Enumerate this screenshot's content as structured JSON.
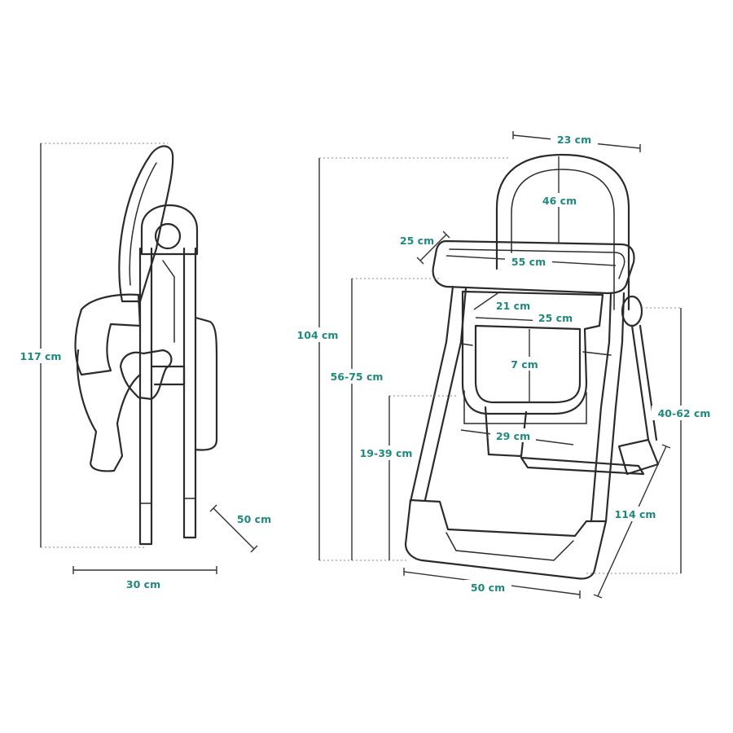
{
  "colors": {
    "label": "#1f8a7c",
    "line": "#2b2b2b"
  },
  "side_view": {
    "height_label": "117 cm",
    "depth_label": "30 cm",
    "folded_depth_label": "50 cm"
  },
  "front_view": {
    "backrest_width_label": "23 cm",
    "backrest_height_label": "46 cm",
    "tray_depth_label": "25 cm",
    "tray_width_label": "55 cm",
    "seat_depth_label": "21 cm",
    "seat_width_label": "25 cm",
    "total_height_label": "104 cm",
    "tray_height_label": "56-75 cm",
    "seat_back_label": "7 cm",
    "seat_height_label": "19-39 cm",
    "footrest_label": "29 cm",
    "armrest_height_label": "40-62 cm",
    "leg_length_label": "114 cm",
    "base_width_label": "50 cm"
  }
}
